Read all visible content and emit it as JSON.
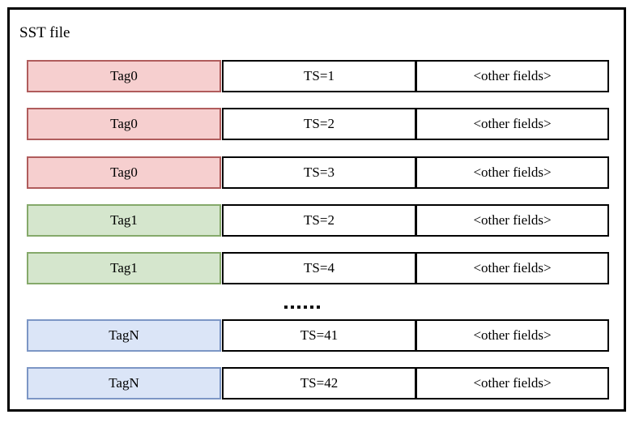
{
  "diagram": {
    "title": "SST file",
    "columns": [
      "tag",
      "timestamp",
      "other"
    ],
    "colors": {
      "tag0_fill": "#f6cfcf",
      "tag0_border": "#b05c5c",
      "tag1_fill": "#d5e6cd",
      "tag1_border": "#85a96a",
      "tagN_fill": "#dbe5f7",
      "tagN_border": "#7c96c5",
      "cell_border": "#000000",
      "frame_border": "#000000",
      "background": "#ffffff"
    },
    "ellipsis": {
      "label": "......",
      "dot_count": 6
    },
    "rows": [
      {
        "tag": "Tag0",
        "ts": "TS=1",
        "other": "<other fields>",
        "color": "pink"
      },
      {
        "tag": "Tag0",
        "ts": "TS=2",
        "other": "<other fields>",
        "color": "pink"
      },
      {
        "tag": "Tag0",
        "ts": "TS=3",
        "other": "<other fields>",
        "color": "pink"
      },
      {
        "tag": "Tag1",
        "ts": "TS=2",
        "other": "<other fields>",
        "color": "green"
      },
      {
        "tag": "Tag1",
        "ts": "TS=4",
        "other": "<other fields>",
        "color": "green"
      },
      {
        "tag": "TagN",
        "ts": "TS=41",
        "other": "<other fields>",
        "color": "blue"
      },
      {
        "tag": "TagN",
        "ts": "TS=42",
        "other": "<other fields>",
        "color": "blue"
      }
    ]
  }
}
